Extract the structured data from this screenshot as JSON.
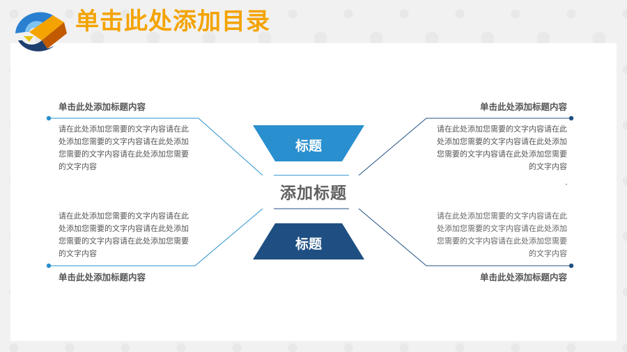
{
  "page": {
    "title": "单击此处添加目录"
  },
  "center": {
    "top_label": "标题",
    "main_title": "添加标题",
    "bottom_label": "标题"
  },
  "items": {
    "top_left": {
      "title": "单击此处添加标题内容",
      "body": "请在此处添加您需要的文字内容请在此处添加您需要的文字内容请在此处添加您需要的文字内容请在此处添加您需要的文字内容"
    },
    "top_right": {
      "title": "单击此处添加标题内容",
      "body": "请在此处添加您需要的文字内容请在此处添加您需要的文字内容请在此处添加您需要的文字内容请在此处添加您需要的文字内容"
    },
    "bottom_left": {
      "title": "单击此处添加标题内容",
      "body": "请在此处添加您需要的文字内容请在此处添加您需要的文字内容请在此处添加您需要的文字内容请在此处添加您需要的文字内容"
    },
    "bottom_right": {
      "title": "单击此处添加标题内容",
      "body": "请在此处添加您需要的文字内容请在此处添加您需要的文字内容请在此处添加您需要的文字内容请在此处添加您需要的文字内容"
    }
  },
  "colors": {
    "title_orange": "#f4a300",
    "blue_light": "#2a8fce",
    "blue_dark": "#1f4f82"
  }
}
